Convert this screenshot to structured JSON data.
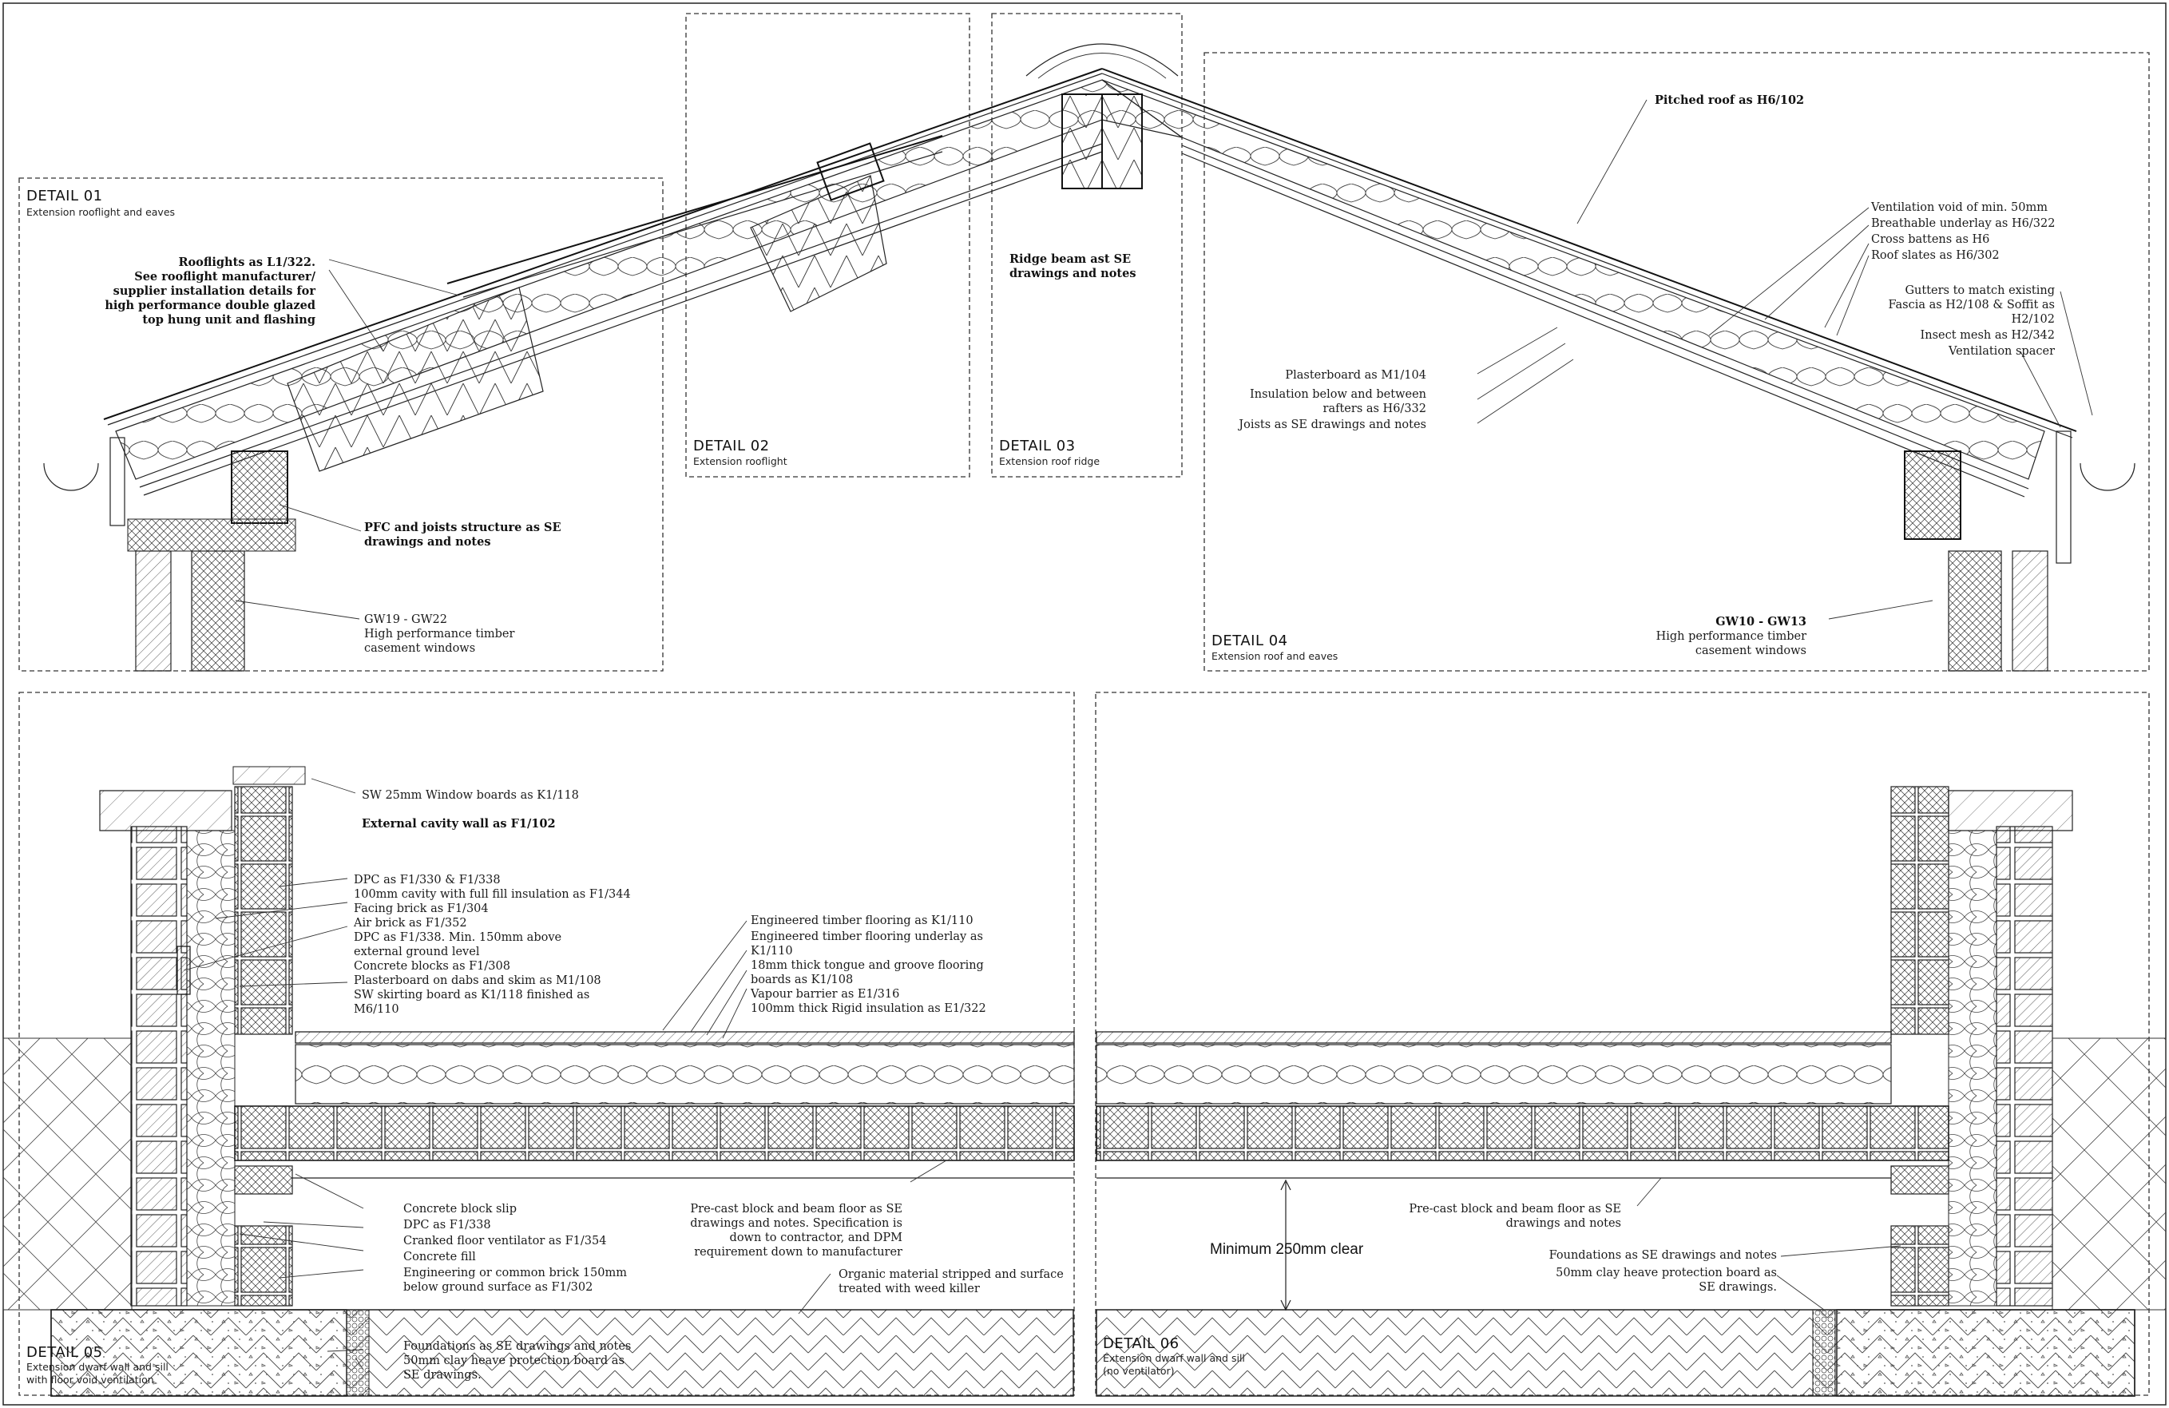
{
  "details": [
    {
      "id": "d01",
      "title": "DETAIL 01",
      "subtitle": [
        "Extension rooflight and eaves"
      ]
    },
    {
      "id": "d02",
      "title": "DETAIL 02",
      "subtitle": [
        "Extension rooflight"
      ]
    },
    {
      "id": "d03",
      "title": "DETAIL 03",
      "subtitle": [
        "Extension roof ridge"
      ]
    },
    {
      "id": "d04",
      "title": "DETAIL 04",
      "subtitle": [
        "Extension roof and eaves"
      ]
    },
    {
      "id": "d05",
      "title": "DETAIL 05",
      "subtitle": [
        "Extension dwarf wall and sill",
        "with floor void ventilation"
      ]
    },
    {
      "id": "d06",
      "title": "DETAIL 06",
      "subtitle": [
        "Extension dwarf wall and sill",
        "(no ventilator)"
      ]
    }
  ],
  "notes": {
    "rooflights": [
      "Rooflights as L1/322.",
      "See rooflight manufacturer/",
      "supplier installation details for",
      "high performance  double glazed",
      "top hung unit and flashing"
    ],
    "pfc": [
      "PFC and joists structure as SE",
      "drawings and notes"
    ],
    "gw19": [
      "GW19 - GW22",
      "High performance timber",
      "casement windows"
    ],
    "ridge": [
      "Ridge beam ast SE",
      "drawings and notes"
    ],
    "pitched": [
      "Pitched roof as H6/102"
    ],
    "vent_void": [
      "Ventilation void of min. 50mm"
    ],
    "breathable": [
      "Breathable underlay as H6/322"
    ],
    "cross_battens": [
      "Cross battens as H6"
    ],
    "roof_slates": [
      "Roof slates as H6/302"
    ],
    "gutters": [
      "Gutters to match existing",
      "Fascia as H2/108 & Soffit as",
      "H2/102"
    ],
    "insect": [
      "Insect mesh as H2/342"
    ],
    "vent_spacer": [
      "Ventilation spacer"
    ],
    "plasterboard_roof": [
      "Plasterboard as M1/104"
    ],
    "insulation_rafters": [
      "Insulation below and between",
      "rafters as H6/332"
    ],
    "joists": [
      "Joists as SE drawings and notes"
    ],
    "gw10": [
      "GW10 - GW13",
      "High performance timber",
      "casement windows"
    ],
    "window_boards": [
      "SW 25mm Window boards as K1/118"
    ],
    "cavity_wall": [
      "External cavity wall as F1/102"
    ],
    "wall_stack": [
      "DPC as F1/330 & F1/338",
      "100mm cavity with full fill insulation as F1/344",
      "Facing brick as F1/304",
      "Air brick as F1/352",
      "DPC as F1/338. Min. 150mm above",
      "external ground level",
      "Concrete blocks as F1/308",
      "Plasterboard on dabs and skim as M1/108",
      "SW skirting board as K1/118 finished as",
      "M6/110"
    ],
    "floor_stack": [
      "Engineered timber flooring as K1/110",
      "Engineered timber flooring underlay as",
      "K1/110",
      "18mm thick tongue and groove flooring",
      "boards as K1/108",
      "Vapour barrier as E1/316",
      "100mm thick Rigid insulation as E1/322"
    ],
    "base_stack": [
      "Concrete block slip",
      "DPC as F1/338",
      "Cranked floor ventilator as F1/354",
      "Concrete fill",
      "Engineering or common brick 150mm",
      "below ground surface as F1/302"
    ],
    "precast_left": [
      "Pre-cast block and beam floor as SE",
      "drawings and notes. Specification is",
      "down to contractor, and DPM",
      "requirement down to manufacturer"
    ],
    "organic": [
      "Organic material stripped and surface",
      "treated with weed killer"
    ],
    "found_left": [
      "Foundations as SE drawings and notes",
      "50mm clay heave protection board as",
      "SE drawings."
    ],
    "min_clear": [
      "Minimum 250mm clear"
    ],
    "precast_right": [
      "Pre-cast block and beam floor as SE",
      "drawings and notes"
    ],
    "found_right": [
      "Foundations as SE drawings and notes",
      "50mm clay heave protection board as",
      "SE drawings."
    ]
  }
}
